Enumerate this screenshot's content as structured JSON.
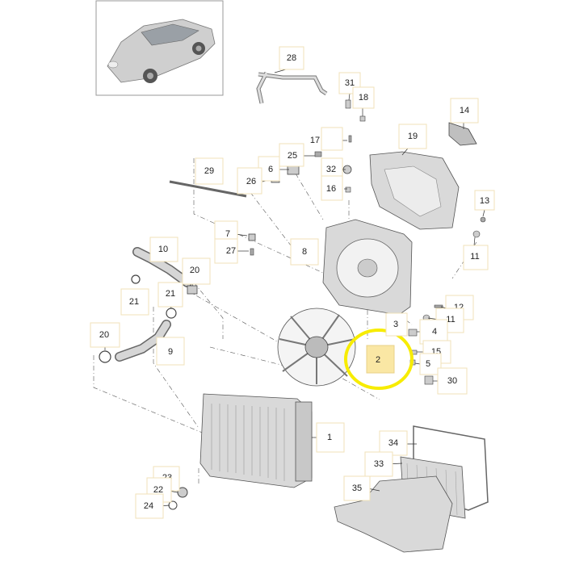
{
  "highlight_color": "#f7ec00",
  "callouts": [
    {
      "id": "c28",
      "label": "28"
    },
    {
      "id": "c31",
      "label": "31"
    },
    {
      "id": "c18",
      "label": "18"
    },
    {
      "id": "c14",
      "label": "14"
    },
    {
      "id": "c19",
      "label": "19"
    },
    {
      "id": "c17",
      "label": "17"
    },
    {
      "id": "c25",
      "label": "25"
    },
    {
      "id": "c6",
      "label": "6"
    },
    {
      "id": "c32",
      "label": "32"
    },
    {
      "id": "c26",
      "label": "26"
    },
    {
      "id": "c16",
      "label": "16"
    },
    {
      "id": "c29",
      "label": "29"
    },
    {
      "id": "c13",
      "label": "13"
    },
    {
      "id": "c7",
      "label": "7"
    },
    {
      "id": "c27",
      "label": "27"
    },
    {
      "id": "c8",
      "label": "8"
    },
    {
      "id": "c11a",
      "label": "11"
    },
    {
      "id": "c10",
      "label": "10"
    },
    {
      "id": "c20a",
      "label": "20"
    },
    {
      "id": "c21a",
      "label": "21"
    },
    {
      "id": "c21b",
      "label": "21"
    },
    {
      "id": "c12",
      "label": "12"
    },
    {
      "id": "c11b",
      "label": "11"
    },
    {
      "id": "c3",
      "label": "3"
    },
    {
      "id": "c4",
      "label": "4"
    },
    {
      "id": "c20b",
      "label": "20"
    },
    {
      "id": "c9",
      "label": "9"
    },
    {
      "id": "c2",
      "label": "2"
    },
    {
      "id": "c15",
      "label": "15"
    },
    {
      "id": "c5",
      "label": "5"
    },
    {
      "id": "c30",
      "label": "30"
    },
    {
      "id": "c1",
      "label": "1"
    },
    {
      "id": "c34",
      "label": "34"
    },
    {
      "id": "c33",
      "label": "33"
    },
    {
      "id": "c23",
      "label": "23"
    },
    {
      "id": "c22",
      "label": "22"
    },
    {
      "id": "c35",
      "label": "35"
    },
    {
      "id": "c24",
      "label": "24"
    }
  ]
}
